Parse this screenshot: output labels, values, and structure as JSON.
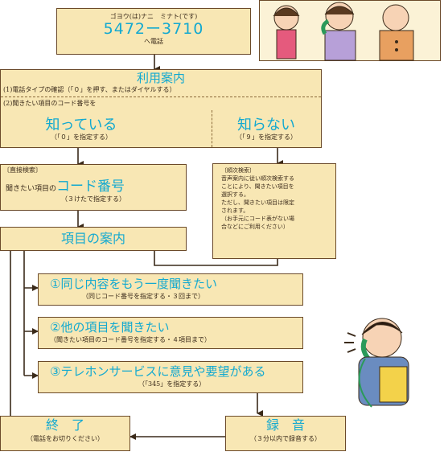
{
  "top_box": {
    "kana": "ゴヨウ(は)ナニ　ミナト(です)",
    "number": "5472ー3710",
    "suffix": "へ電話"
  },
  "service_box": {
    "title": "利用案内",
    "step1": "(1)電話タイプの確認（「０」を押す、またはダイヤルする）",
    "step2": "(2)聞きたい項目のコード番号を",
    "know_title": "知っている",
    "know_note": "（「０」を指定する）",
    "unknown_title": "知らない",
    "unknown_note": "（「９」を指定する）"
  },
  "direct_box": {
    "tag": "〔直接検索〕",
    "lead": "聞きたい項目の",
    "highlight": "コード番号",
    "note": "（３けたで指定する）"
  },
  "sequential_box": {
    "tag": "〔順次検索〕",
    "lines": [
      "音声案内に従い順次検索する",
      "ことにより、聞きたい項目を",
      "選択する。",
      "ただし、聞きたい項目は限定",
      "されます。",
      "（お手元にコード表がない場",
      "合などにご利用ください）"
    ]
  },
  "guide_box": {
    "title": "項目の案内"
  },
  "options": [
    {
      "title": "①同じ内容をもう一度聞きたい",
      "note": "（同じコード番号を指定する・３回まで）"
    },
    {
      "title": "②他の項目を聞きたい",
      "note": "（聞きたい項目のコード番号を指定する・４項目まで）"
    },
    {
      "title": "③テレホンサービスに意見や要望がある",
      "note": "（「345」を指定する）"
    }
  ],
  "end_box": {
    "title": "終　了",
    "note": "（電話をお切りください）"
  },
  "record_box": {
    "title": "録　音",
    "note": "（３分以内で録音する）"
  },
  "colors": {
    "box_fill": "#f8e7b4",
    "text_accent": "#13a9d0",
    "line": "#3a2a1a"
  },
  "illustrations": [
    "family-calling-illustration",
    "boy-on-phone-illustration"
  ]
}
